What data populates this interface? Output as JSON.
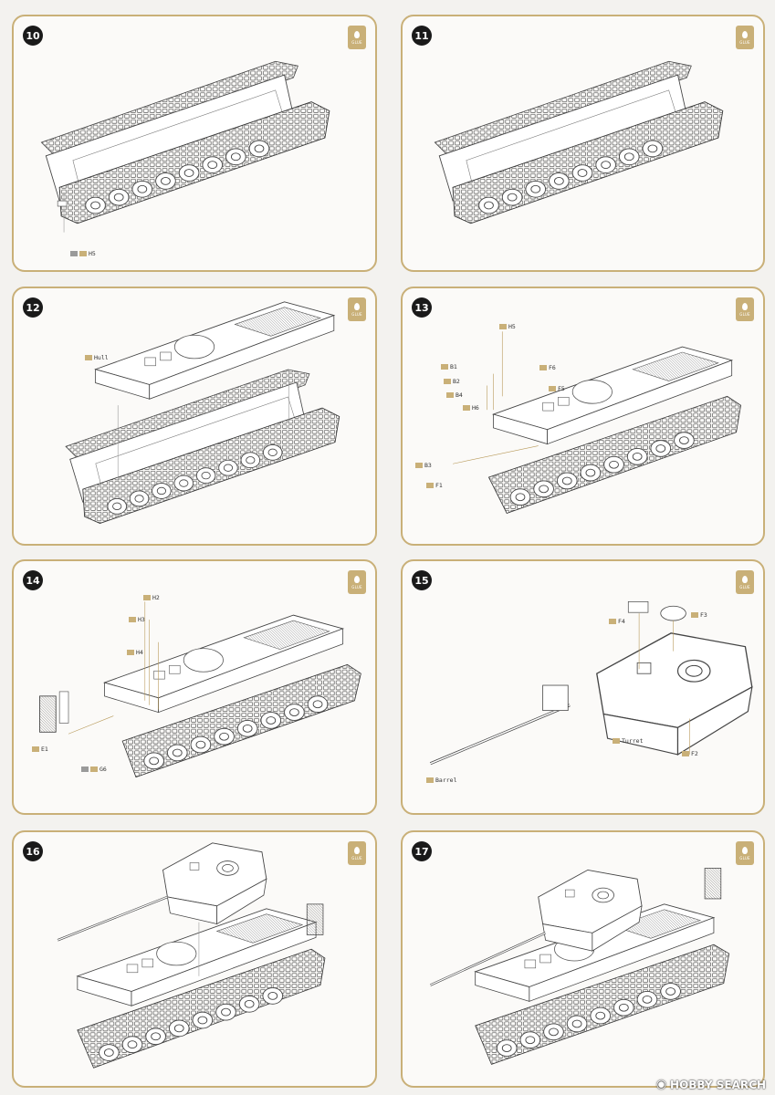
{
  "steps": [
    {
      "num": "10",
      "labels": [
        "H5"
      ]
    },
    {
      "num": "11",
      "labels": []
    },
    {
      "num": "12",
      "labels": [
        "Hull"
      ]
    },
    {
      "num": "13",
      "labels": [
        "H5",
        "F6",
        "B1",
        "B2",
        "B4",
        "H6",
        "F5",
        "B3",
        "F1"
      ]
    },
    {
      "num": "14",
      "labels": [
        "H2",
        "H3",
        "H4",
        "E1",
        "G6"
      ]
    },
    {
      "num": "15",
      "labels": [
        "F4",
        "F3",
        "Turret",
        "F2",
        "Barrel"
      ]
    },
    {
      "num": "16",
      "labels": []
    },
    {
      "num": "17",
      "labels": []
    }
  ],
  "glue_label": "GLUE",
  "watermark": "HOBBY SEARCH",
  "colors": {
    "frame": "#c9b078",
    "ink": "#3a3a3a"
  }
}
